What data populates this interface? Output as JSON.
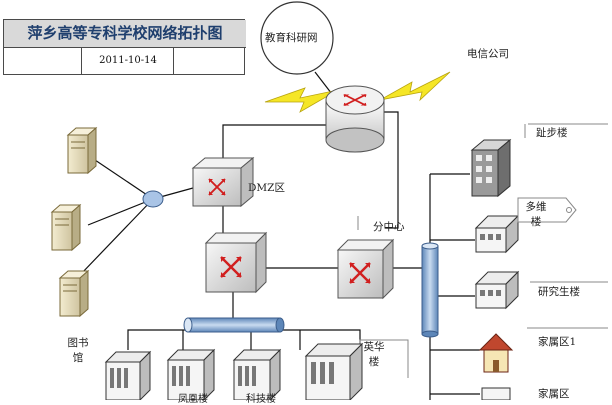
{
  "header": {
    "title": "萍乡高等专科学校网络拓扑图",
    "date": "2011-10-14"
  },
  "nodes": {
    "campus_network": "教育科研网",
    "telecom": "电信公司",
    "dmz": "DMZ区",
    "branch_center": "分中心",
    "building_yibu": "趾步楼",
    "building_duowei": "多维楼",
    "building_research": "研究生楼",
    "building_family1": "家属区1",
    "building_family2": "家属区",
    "building_library": "图书馆",
    "building_yinghua": "英华楼",
    "building_bottom_left": "凤凰楼",
    "building_bottom_mid": "科技楼"
  },
  "colors": {
    "title_text": "#1f3f6e",
    "title_bar": "#d9d9d9",
    "lightning": "#f5e626",
    "backbone": "#8fb0d8",
    "router_arrow": "#d11f1f"
  }
}
